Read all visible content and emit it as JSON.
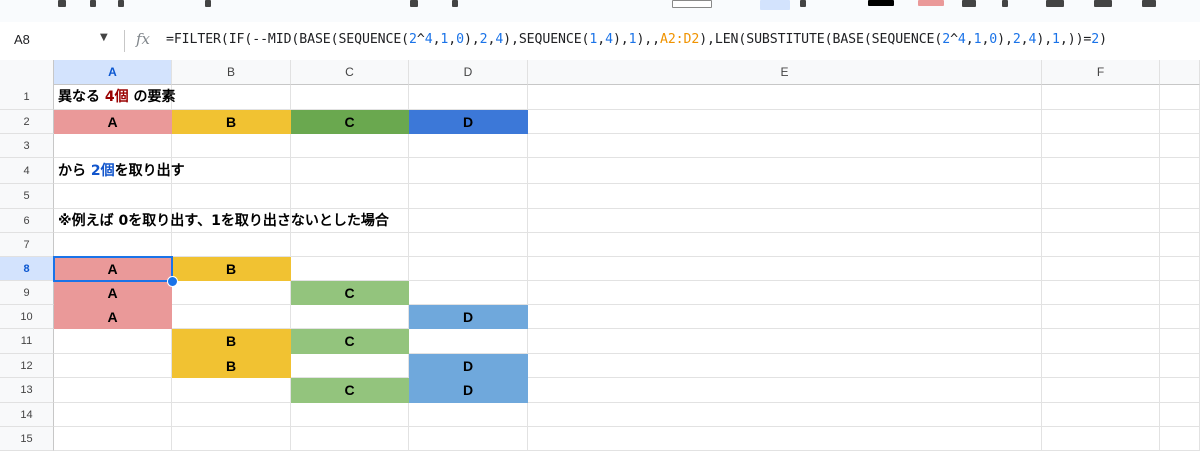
{
  "name_box": {
    "value": "A8"
  },
  "formula_bar": {
    "fx_label": "fx",
    "tokens": [
      {
        "text": "=FILTER(IF(--MID(BASE(SEQUENCE(",
        "kind": "plain"
      },
      {
        "text": "2",
        "kind": "num"
      },
      {
        "text": "^",
        "kind": "plain"
      },
      {
        "text": "4",
        "kind": "num"
      },
      {
        "text": ",",
        "kind": "plain"
      },
      {
        "text": "1",
        "kind": "num"
      },
      {
        "text": ",",
        "kind": "plain"
      },
      {
        "text": "0",
        "kind": "num"
      },
      {
        "text": "),",
        "kind": "plain"
      },
      {
        "text": "2",
        "kind": "num"
      },
      {
        "text": ",",
        "kind": "plain"
      },
      {
        "text": "4",
        "kind": "num"
      },
      {
        "text": "),SEQUENCE(",
        "kind": "plain"
      },
      {
        "text": "1",
        "kind": "num"
      },
      {
        "text": ",",
        "kind": "plain"
      },
      {
        "text": "4",
        "kind": "num"
      },
      {
        "text": "),",
        "kind": "plain"
      },
      {
        "text": "1",
        "kind": "num"
      },
      {
        "text": "),,",
        "kind": "plain"
      },
      {
        "text": "A2:D2",
        "kind": "ref"
      },
      {
        "text": "),LEN(SUBSTITUTE(BASE(SEQUENCE(",
        "kind": "plain"
      },
      {
        "text": "2",
        "kind": "num"
      },
      {
        "text": "^",
        "kind": "plain"
      },
      {
        "text": "4",
        "kind": "num"
      },
      {
        "text": ",",
        "kind": "plain"
      },
      {
        "text": "1",
        "kind": "num"
      },
      {
        "text": ",",
        "kind": "plain"
      },
      {
        "text": "0",
        "kind": "num"
      },
      {
        "text": "),",
        "kind": "plain"
      },
      {
        "text": "2",
        "kind": "num"
      },
      {
        "text": ",",
        "kind": "plain"
      },
      {
        "text": "4",
        "kind": "num"
      },
      {
        "text": "),",
        "kind": "plain"
      },
      {
        "text": "1",
        "kind": "num"
      },
      {
        "text": ",))=",
        "kind": "plain"
      },
      {
        "text": "2",
        "kind": "num"
      },
      {
        "text": ")",
        "kind": "plain"
      }
    ]
  },
  "columns": [
    "A",
    "B",
    "C",
    "D",
    "E",
    "F"
  ],
  "selected_column": "A",
  "rows": [
    "1",
    "2",
    "3",
    "4",
    "5",
    "6",
    "7",
    "8",
    "9",
    "10",
    "11",
    "12",
    "13",
    "14",
    "15"
  ],
  "selected_row": "8",
  "colors": {
    "A": "#ea9999",
    "B": "#f1c232",
    "C2": "#6aa84f",
    "C": "#93c47d",
    "D2": "#3c78d8",
    "D": "#6fa8dc",
    "highlight_red": "#990000",
    "highlight_blue": "#1155cc",
    "selection": "#1a73e8"
  },
  "texts": {
    "r1": {
      "pre": "異なる ",
      "mid": "4個",
      "post": " の要素"
    },
    "r4": {
      "pre": "から ",
      "mid": "2個",
      "post": "を取り出す"
    },
    "r6": "※例えば 0を取り出す、1を取り出さないとした場合"
  },
  "cells": [
    {
      "row": 2,
      "col": "A",
      "value": "A",
      "fill": "A"
    },
    {
      "row": 2,
      "col": "B",
      "value": "B",
      "fill": "B"
    },
    {
      "row": 2,
      "col": "C",
      "value": "C",
      "fill": "C2"
    },
    {
      "row": 2,
      "col": "D",
      "value": "D",
      "fill": "D2"
    },
    {
      "row": 8,
      "col": "A",
      "value": "A",
      "fill": "A"
    },
    {
      "row": 8,
      "col": "B",
      "value": "B",
      "fill": "B"
    },
    {
      "row": 9,
      "col": "A",
      "value": "A",
      "fill": "A"
    },
    {
      "row": 9,
      "col": "C",
      "value": "C",
      "fill": "C"
    },
    {
      "row": 10,
      "col": "A",
      "value": "A",
      "fill": "A"
    },
    {
      "row": 10,
      "col": "D",
      "value": "D",
      "fill": "D"
    },
    {
      "row": 11,
      "col": "B",
      "value": "B",
      "fill": "B"
    },
    {
      "row": 11,
      "col": "C",
      "value": "C",
      "fill": "C"
    },
    {
      "row": 12,
      "col": "B",
      "value": "B",
      "fill": "B"
    },
    {
      "row": 12,
      "col": "D",
      "value": "D",
      "fill": "D"
    },
    {
      "row": 13,
      "col": "C",
      "value": "C",
      "fill": "C"
    },
    {
      "row": 13,
      "col": "D",
      "value": "D",
      "fill": "D"
    }
  ]
}
